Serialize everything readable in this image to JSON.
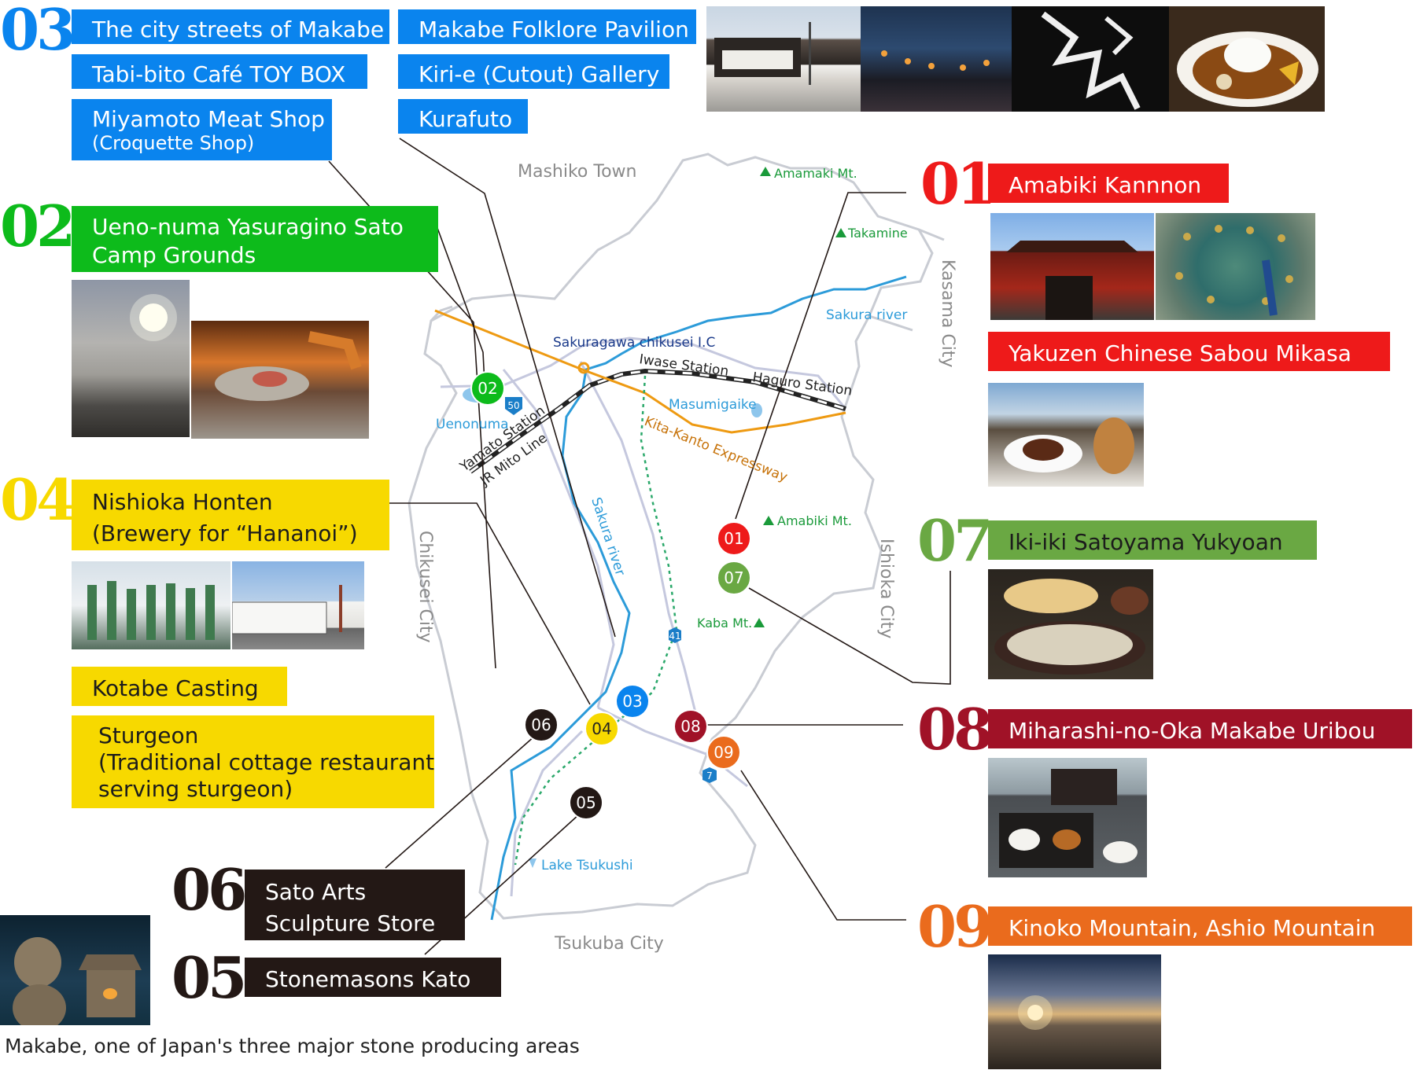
{
  "sections": {
    "s03": {
      "num": "03",
      "color": "#0a84ee",
      "labels": [
        "The city streets of Makabe",
        "Makabe Folklore Pavilion",
        "Tabi-bito Café TOY BOX",
        "Kiri-e (Cutout) Gallery",
        "Miyamoto Meat Shop",
        "(Croquette Shop)",
        "Kurafuto"
      ]
    },
    "s02": {
      "num": "02",
      "color": "#0dbb1b",
      "labels": [
        "Ueno-numa Yasuragino Sato",
        "Camp Grounds"
      ]
    },
    "s04": {
      "num": "04",
      "color": "#f7d900",
      "labels": [
        "Nishioka Honten",
        "(Brewery for “Hananoi”)",
        "Kotabe Casting",
        "Sturgeon",
        "(Traditional cottage restaurant",
        "serving sturgeon)"
      ]
    },
    "s06": {
      "num": "06",
      "color": "#231815",
      "labels": [
        "Sato Arts",
        "Sculpture Store"
      ]
    },
    "s05": {
      "num": "05",
      "color": "#231815",
      "labels": [
        "Stonemasons Kato"
      ]
    },
    "s01": {
      "num": "01",
      "color": "#ee1a1a",
      "labels": [
        "Amabiki Kannnon",
        "Yakuzen Chinese Sabou Mikasa"
      ]
    },
    "s07": {
      "num": "07",
      "color": "#6aa843",
      "labels": [
        "Iki-iki Satoyama Yukyoan"
      ]
    },
    "s08": {
      "num": "08",
      "color": "#a01227",
      "labels": [
        "Miharashi-no-Oka Makabe Uribou"
      ]
    },
    "s09": {
      "num": "09",
      "color": "#ea6b1d",
      "labels": [
        "Kinoko Mountain, Ashio Mountain"
      ]
    }
  },
  "caption": "Makabe, one of Japan's three major stone producing areas",
  "map": {
    "places": {
      "mashiko": "Mashiko Town",
      "kasama": "Kasama City",
      "ishioka": "Ishioka City",
      "chikusei": "Chikusei City",
      "tsukuba": "Tsukuba City"
    },
    "mountains": [
      "Amamaki Mt.",
      "Takamine",
      "Amabiki Mt.",
      "Kaba Mt."
    ],
    "water": [
      "Sakura river",
      "Sakura river",
      "Masumigaike",
      "Uenonuma",
      "Lake Tsukushi"
    ],
    "transport": [
      "Sakuragawa chikusei I.C",
      "Iwase Station",
      "Haguro Station",
      "Yamato Station",
      "JR Mito Line",
      "Kita-Kanto Expressway"
    ],
    "route_signs": [
      "50",
      "41",
      "7"
    ],
    "markers": [
      "01",
      "02",
      "03",
      "04",
      "05",
      "06",
      "07",
      "08",
      "09"
    ]
  }
}
